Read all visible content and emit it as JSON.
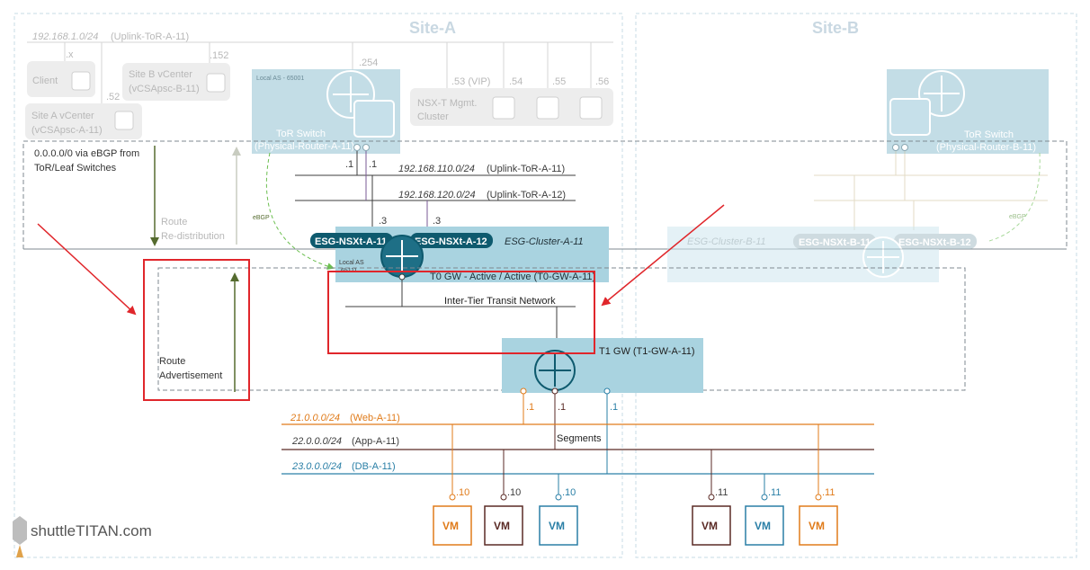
{
  "sites": {
    "a": "Site-A",
    "b": "Site-B"
  },
  "uplink_net": {
    "subnet": "192.168.1.0/24",
    "name": "(Uplink-ToR-A-11)"
  },
  "mgmt": {
    "client": {
      "label": "Client",
      "ip": ".x"
    },
    "site_b_vcenter": {
      "line1": "Site B vCenter",
      "line2": "(vCSApsc-B-11)",
      "ip": ".152"
    },
    "site_a_vcenter": {
      "line1": "Site A vCenter",
      "line2": "(vCSApsc-A-11)",
      "ip": ".52"
    },
    "nsx_cluster": {
      "line1": "NSX-T Mgmt.",
      "line2": "Cluster",
      "ips": [
        ".53 (VIP)",
        ".54",
        ".55",
        ".56"
      ]
    }
  },
  "tor_a": {
    "local_as": "Local AS - 65001",
    "line1": "ToR Switch",
    "line2": "(Physical-Router-A-11)",
    "ip": ".254"
  },
  "tor_b": {
    "line1": "ToR Switch",
    "line2": "(Physical-Router-B-11)"
  },
  "default_route": {
    "line1": "0.0.0.0/0 via eBGP from",
    "line2": "ToR/Leaf Switches"
  },
  "route_redistribution": {
    "line1": "Route",
    "line2": "Re-distribution"
  },
  "route_advertisement": {
    "line1": "Route",
    "line2": "Advertisement"
  },
  "uplinks": [
    {
      "subnet": "192.168.110.0/24",
      "name": "(Uplink-ToR-A-11)",
      "tor_ip": ".1",
      "esg_ip": ".3"
    },
    {
      "subnet": "192.168.120.0/24",
      "name": "(Uplink-ToR-A-12)",
      "tor_ip": ".1",
      "esg_ip": ".3"
    }
  ],
  "ebgp": {
    "a": "eBGP",
    "b": "eBGP"
  },
  "esg_a": {
    "node1": "ESG-NSXt-A-11",
    "node2": "ESG-NSXt-A-12",
    "cluster": "ESG-Cluster-A-11",
    "local_as_line1": "Local AS",
    "local_as_line2": "65111"
  },
  "esg_b": {
    "cluster": "ESG-Cluster-B-11",
    "node1": "ESG-NSXt-B-11",
    "node2": "ESG-NSXt-B-12"
  },
  "t0": {
    "label": "T0 GW - Active / Active (T0-GW-A-11)"
  },
  "transit": {
    "label": "Inter-Tier Transit Network"
  },
  "t1": {
    "label": "T1 GW (T1-GW-A-11)"
  },
  "segments_label": "Segments",
  "segments": [
    {
      "subnet": "21.0.0.0/24",
      "name": "(Web-A-11)",
      "gw": ".1",
      "color": "#e07b1a"
    },
    {
      "subnet": "22.0.0.0/24",
      "name": "(App-A-11)",
      "gw": ".1",
      "color": "#5a2a25"
    },
    {
      "subnet": "23.0.0.0/24",
      "name": "(DB-A-11)",
      "gw": ".1",
      "color": "#2a7fa6"
    }
  ],
  "vms": [
    {
      "label": "VM",
      "ip": ".10",
      "color": "#e07b1a"
    },
    {
      "label": "VM",
      "ip": ".10",
      "color": "#5a2a25"
    },
    {
      "label": "VM",
      "ip": ".10",
      "color": "#2a7fa6"
    },
    {
      "label": "VM",
      "ip": ".11",
      "color": "#5a2a25"
    },
    {
      "label": "VM",
      "ip": ".11",
      "color": "#2a7fa6"
    },
    {
      "label": "VM",
      "ip": ".11",
      "color": "#e07b1a"
    }
  ],
  "logo": "shuttleTITAN.com",
  "colors": {
    "highlight": "#e0262b",
    "route_green": "#556b2f",
    "esg_teal": "#0e5a6e",
    "panel_blue": "#a9d3e0"
  }
}
